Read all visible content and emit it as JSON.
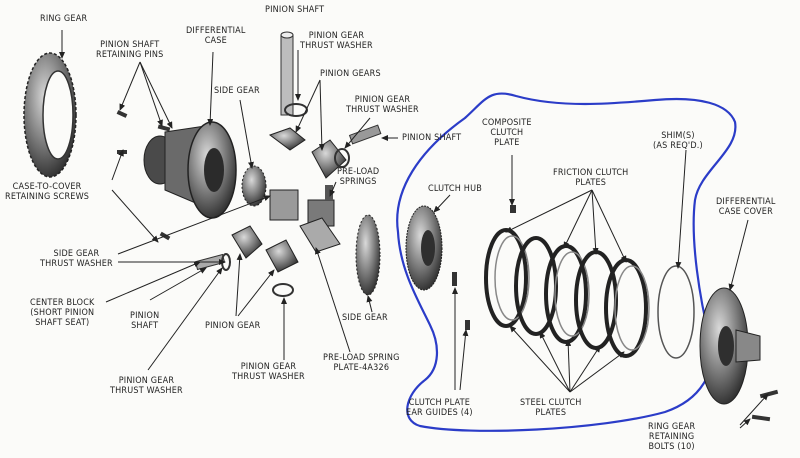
{
  "labels": {
    "ring_gear": "RING GEAR",
    "pinion_shaft_retaining_pins": "PINION SHAFT\nRETAINING PINS",
    "differential_case": "DIFFERENTIAL\nCASE",
    "pinion_shaft_top": "PINION SHAFT",
    "pinion_gear_thrust_washer_top": "PINION GEAR\nTHRUST WASHER",
    "pinion_gears": "PINION GEARS",
    "side_gear_top": "SIDE GEAR",
    "pinion_gear_thrust_washer_mid": "PINION GEAR\nTHRUST WASHER",
    "pinion_shaft_right": "PINION SHAFT",
    "pre_load_springs": "PRE-LOAD\nSPRINGS",
    "case_to_cover_retaining_screws": "CASE-TO-COVER\nRETAINING SCREWS",
    "side_gear_thrust_washer": "SIDE GEAR\nTHRUST WASHER",
    "center_block": "CENTER BLOCK\n(SHORT PINION\nSHAFT SEAT)",
    "pinion_shaft_bottom": "PINION\nSHAFT",
    "pinion_gear_bottom": "PINION GEAR",
    "side_gear_bottom": "SIDE GEAR",
    "pinion_gear_thrust_washer_bottom": "PINION GEAR\nTHRUST WASHER",
    "pinion_gear_thrust_washer_left": "PINION GEAR\nTHRUST WASHER",
    "pre_load_spring_plate": "PRE-LOAD SPRING\nPLATE-4A326",
    "composite_clutch_plate": "COMPOSITE\nCLUTCH\nPLATE",
    "clutch_hub": "CLUTCH HUB",
    "friction_clutch_plates": "FRICTION CLUTCH\nPLATES",
    "shims": "SHIM(S)\n(AS REQ'D.)",
    "differential_case_cover": "DIFFERENTIAL\nCASE COVER",
    "clutch_plate_ear_guides": "CLUTCH PLATE\nEAR GUIDES (4)",
    "steel_clutch_plates": "STEEL CLUTCH\nPLATES",
    "ring_gear_retaining_bolts": "RING GEAR\nRETAINING\nBOLTS (10)"
  },
  "colors": {
    "highlight_outline": "#2b3cc8",
    "ink": "#1f1f1f",
    "metal": "#3a3a3a"
  }
}
